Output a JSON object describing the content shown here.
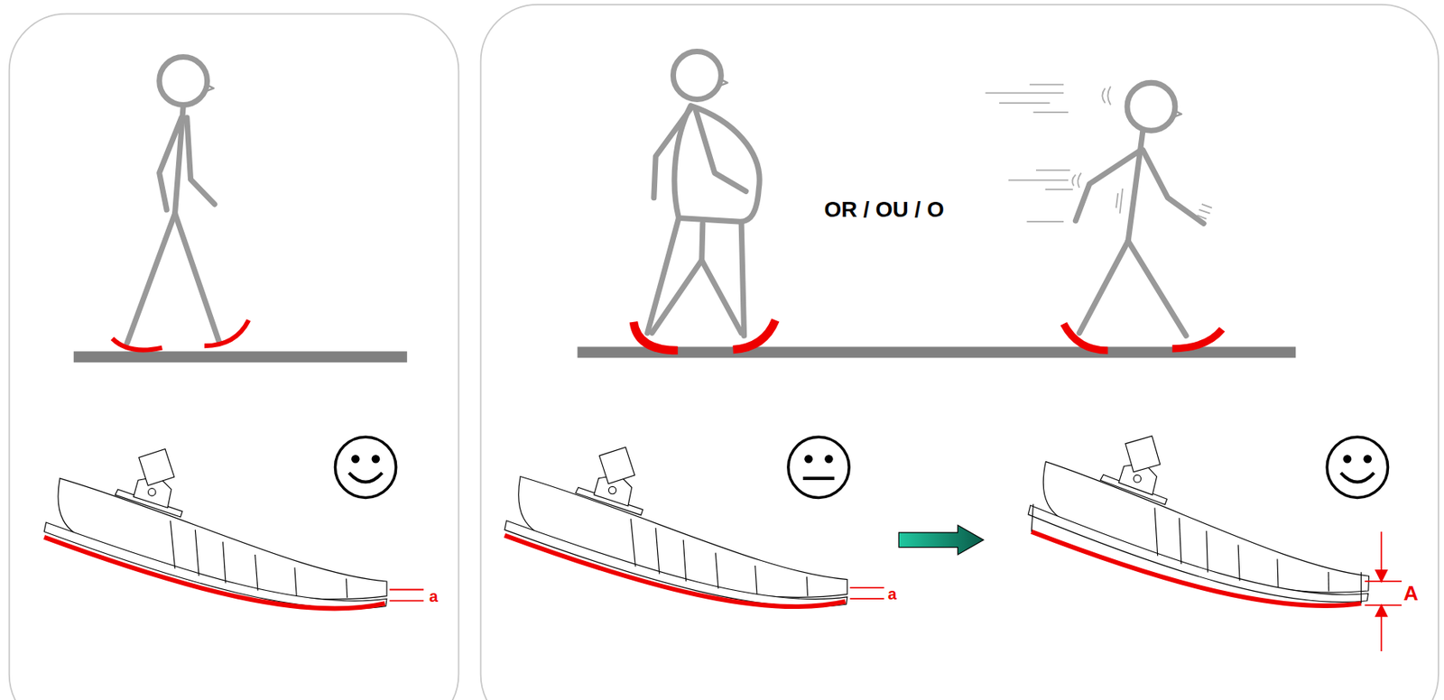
{
  "diagram": {
    "labels": [
      "OR / OU / O",
      "a",
      "a",
      "A"
    ]
  }
}
